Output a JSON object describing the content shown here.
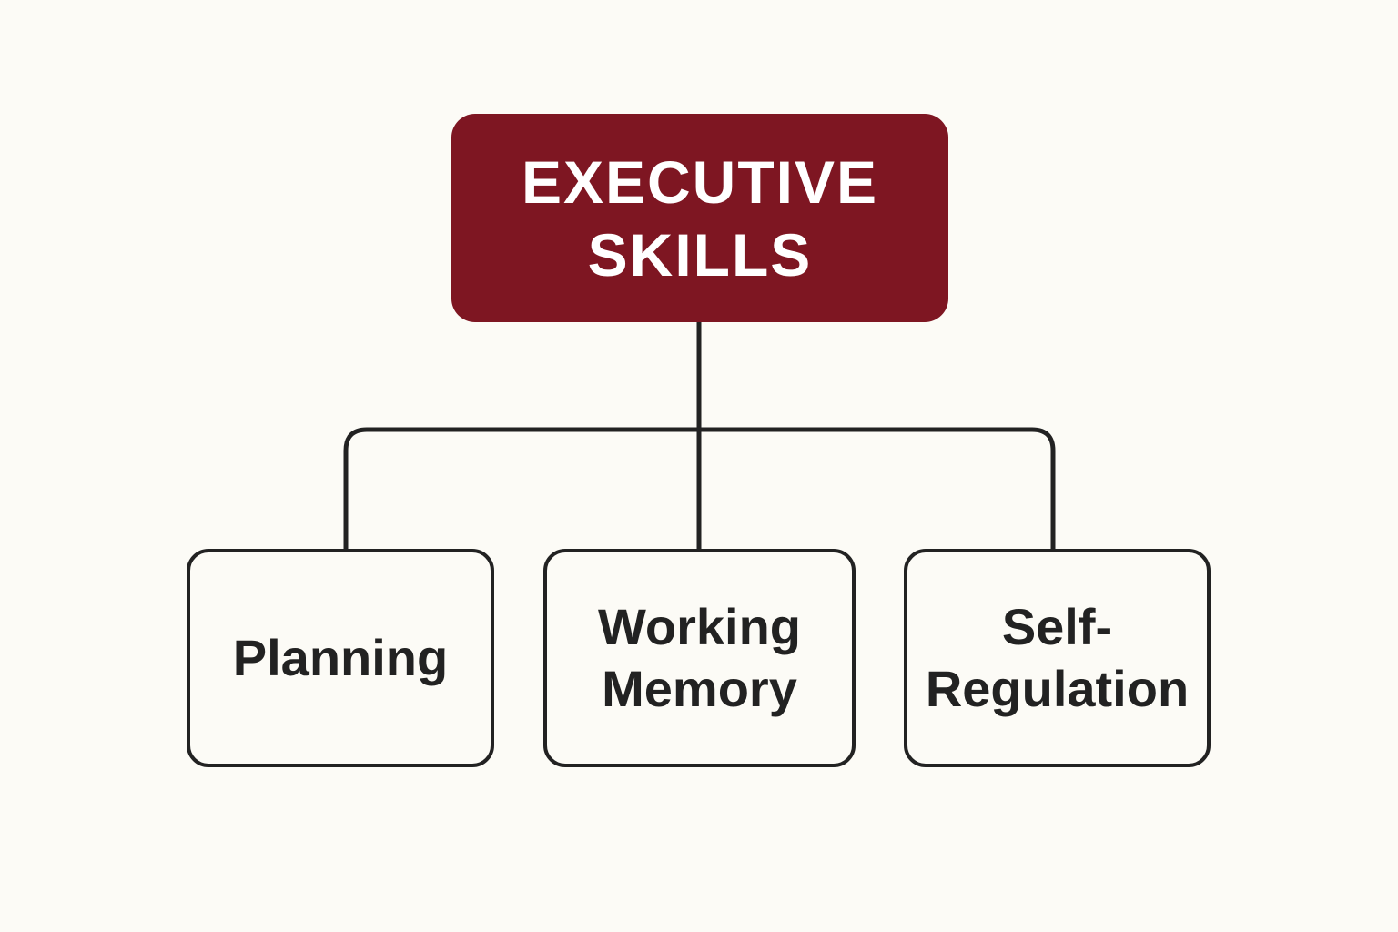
{
  "root": {
    "lines": [
      "EXECUTIVE",
      "SKILLS"
    ],
    "fill_color": "#7e1622",
    "text_color": "#ffffff"
  },
  "children": [
    {
      "lines": [
        "Planning"
      ]
    },
    {
      "lines": [
        "Working",
        "Memory"
      ]
    },
    {
      "lines": [
        "Self-",
        "Regulation"
      ]
    }
  ],
  "colors": {
    "background": "#fcfbf6",
    "stroke": "#222222"
  }
}
